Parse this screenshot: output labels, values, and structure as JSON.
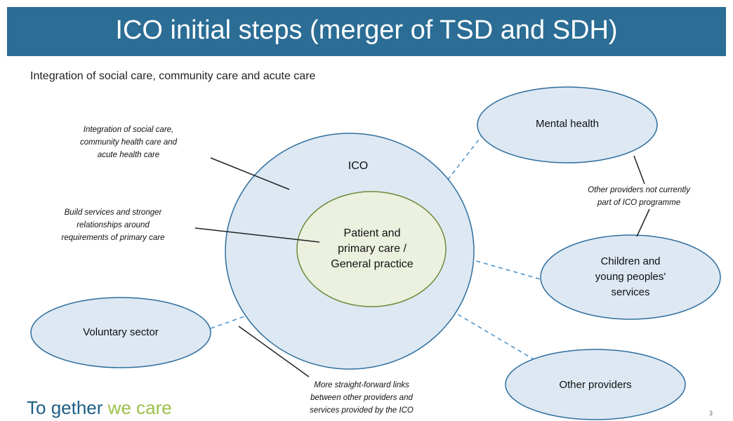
{
  "title": "ICO initial steps (merger of TSD and SDH)",
  "subtitle": "Integration of social care, community care and acute care",
  "nodes": {
    "ico": "ICO",
    "center": [
      "Patient and",
      "primary care /",
      "General practice"
    ],
    "mental_health": "Mental health",
    "children": [
      "Children and",
      "young peoples'",
      "services"
    ],
    "voluntary": "Voluntary sector",
    "other": "Other providers"
  },
  "notes": {
    "integration": [
      "Integration of social care,",
      "community health care and",
      "acute health care"
    ],
    "build": [
      "Build services and stronger",
      "relationships around",
      "requirements of primary care"
    ],
    "other_providers": [
      "Other providers not currently",
      "part of ICO programme"
    ],
    "links": [
      "More straight-forward links",
      "between other providers and",
      "services provided by the ICO"
    ]
  },
  "logo": {
    "part1": "To",
    "part2": "gether",
    "part3": "we care"
  },
  "page_number": "3",
  "colors": {
    "title_bar": "#2b6d95",
    "ellipse_fill": "#dde8f3",
    "ellipse_stroke": "#2e6e9e",
    "center_fill": "#ebf1de",
    "center_stroke": "#6f8a3a",
    "dashed_line": "#4a90c8",
    "logo_blue": "#1f5f86",
    "logo_green": "#9cc04a"
  }
}
